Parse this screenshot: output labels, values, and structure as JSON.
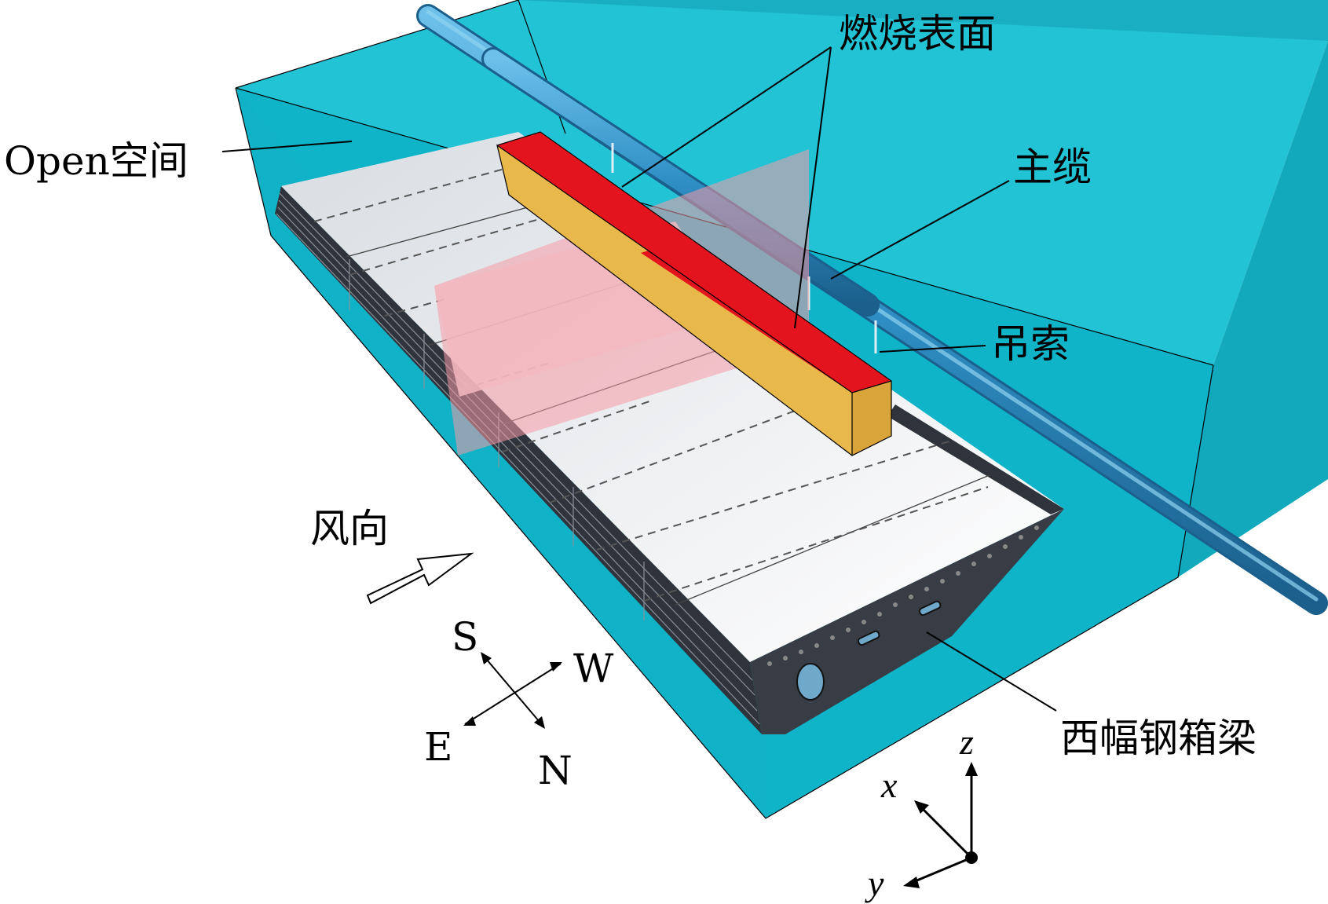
{
  "labels": {
    "open_space": "Open空间",
    "burning_surface": "燃烧表面",
    "main_cable": "主缆",
    "hanger": "吊索",
    "wind_direction": "风向",
    "west_steel_box_girder": "西幅钢箱梁"
  },
  "compass": {
    "south": "S",
    "west": "W",
    "east": "E",
    "north": "N"
  },
  "axes": {
    "x": "x",
    "y": "y",
    "z": "z"
  },
  "colors": {
    "open_space": "#0fb4c9",
    "burning_surface_red": "#e3141e",
    "burning_block_side": "#e8b84a",
    "girder_deck": "#eef0f2",
    "girder_side": "#3a3f48",
    "cable": "#2f8fc4",
    "fire_plume": "#f59aa6"
  }
}
